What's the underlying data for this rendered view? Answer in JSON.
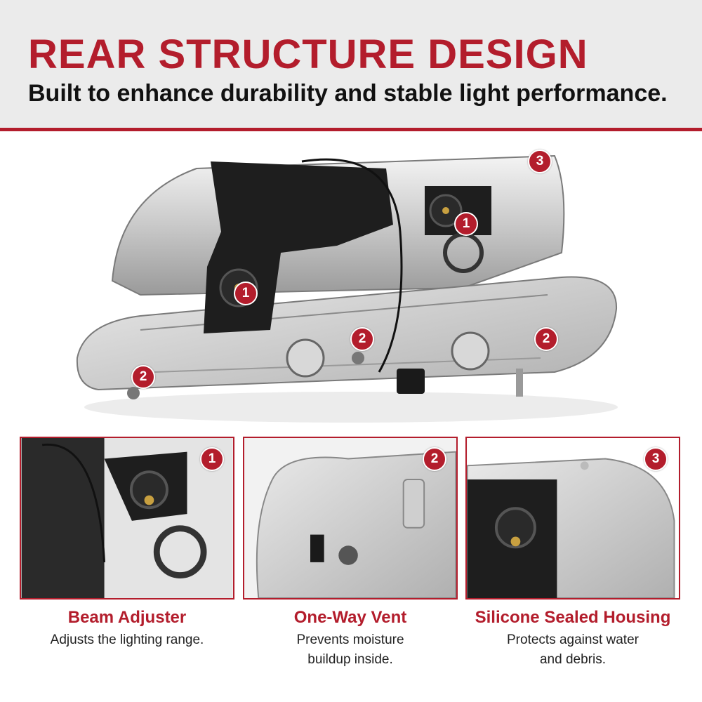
{
  "header": {
    "title": "REAR STRUCTURE DESIGN",
    "subtitle": "Built to enhance durability and stable light performance."
  },
  "colors": {
    "accent": "#b31d2c",
    "header_bg": "#ebebeb",
    "text": "#111111"
  },
  "hero": {
    "image": "headlight-assembly-rear-view",
    "callouts": [
      "3",
      "1",
      "1",
      "2",
      "2",
      "2"
    ]
  },
  "features": [
    {
      "number": "1",
      "title": "Beam Adjuster",
      "description": "Adjusts the lighting range.",
      "image": "beam-adjuster-closeup"
    },
    {
      "number": "2",
      "title": "One-Way Vent",
      "description": "Prevents moisture\nbuildup inside.",
      "image": "one-way-vent-closeup"
    },
    {
      "number": "3",
      "title": "Silicone Sealed Housing",
      "description": "Protects against water\nand debris.",
      "image": "sealed-housing-closeup"
    }
  ]
}
